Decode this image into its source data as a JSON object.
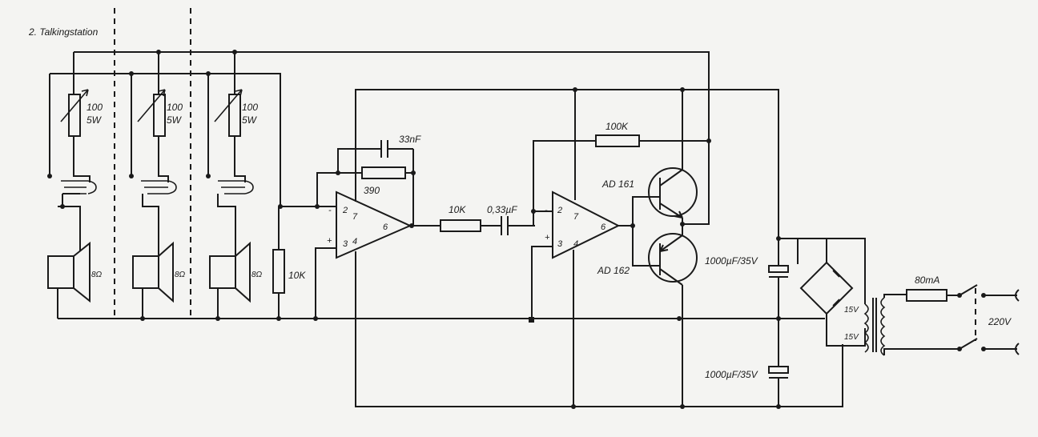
{
  "title": "2. Talkingstation",
  "labels": {
    "pot_value": "100",
    "pot_power": "5W",
    "speaker_impedance": "8Ω",
    "r_input": "10K",
    "c_feedback1": "33nF",
    "r_feedback1": "390",
    "r_series": "10K",
    "c_coupling": "0,33µF",
    "r_feedback2": "100K",
    "transistor_npn": "AD 161",
    "transistor_pnp": "AD 162",
    "cap_upper": "1000µF/35V",
    "cap_lower": "1000µF/35V",
    "fuse": "80mA",
    "winding1": "15V",
    "winding2": "15V",
    "mains": "220V"
  },
  "opamp1_pins": {
    "p2": "2",
    "p3": "3",
    "p4": "4",
    "p6": "6",
    "p7": "7",
    "minus": "-",
    "plus": "+"
  },
  "opamp2_pins": {
    "p2": "2",
    "p3": "3",
    "p4": "4",
    "p6": "6",
    "p7": "7",
    "minus": "-",
    "plus": "+"
  }
}
